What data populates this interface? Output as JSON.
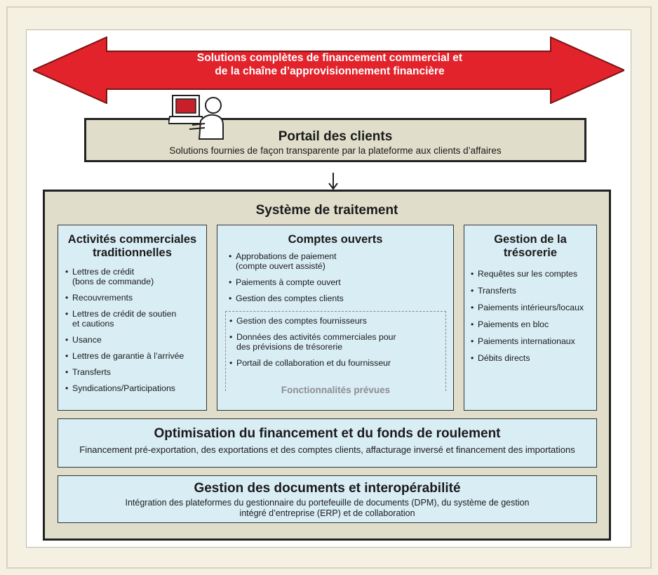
{
  "banner": {
    "line1": "Solutions complètes de financement commercial et",
    "line2": "de la chaîne d’approvisionnement financière",
    "color": "#e3232c"
  },
  "portal": {
    "title": "Portail des clients",
    "subtitle": "Solutions fournies de façon transparente par la plateforme aux clients d’affaires",
    "icon": "user-at-computer-icon"
  },
  "system": {
    "title": "Système de traitement",
    "traditional": {
      "title_line1": "Activités commerciales",
      "title_line2": "traditionnelles",
      "items": [
        "Lettres de crédit\n(bons de commande)",
        "Recouvrements",
        "Lettres de crédit de soutien\net cautions",
        "Usance",
        "Lettres de garantie à l’arrivée",
        "Transferts",
        "Syndications/Participations"
      ]
    },
    "open_accounts": {
      "title": "Comptes ouverts",
      "items": [
        "Approbations de paiement\n(compte ouvert assisté)",
        "Paiements à compte ouvert",
        "Gestion des comptes clients"
      ],
      "planned_items": [
        "Gestion des comptes fournisseurs",
        "Données des activités commerciales pour\ndes  prévisions de trésorerie",
        "Portail de collaboration et du fournisseur"
      ],
      "planned_label": "Fonctionnalités prévues"
    },
    "treasury": {
      "title_line1": "Gestion de la",
      "title_line2": "trésorerie",
      "items": [
        "Requêtes sur les comptes",
        "Transferts",
        "Paiements intérieurs/locaux",
        "Paiements en bloc",
        "Paiements internationaux",
        "Débits directs"
      ]
    },
    "optimization": {
      "title": "Optimisation du financement et du fonds de roulement",
      "text": "Financement pré-exportation, des exportations et des comptes clients, affacturage inversé et financement des importations"
    },
    "documents": {
      "title": "Gestion des documents et interopérabilité",
      "text": "Intégration des plateformes du gestionnaire du portefeuille de documents (DPM), du système de gestion intégré d’entreprise (ERP) et de collaboration"
    }
  },
  "colors": {
    "background": "#f4f1e3",
    "khaki_box": "#e0deca",
    "blue_box": "#d9edf5",
    "planned_text": "#8e8e8e"
  }
}
